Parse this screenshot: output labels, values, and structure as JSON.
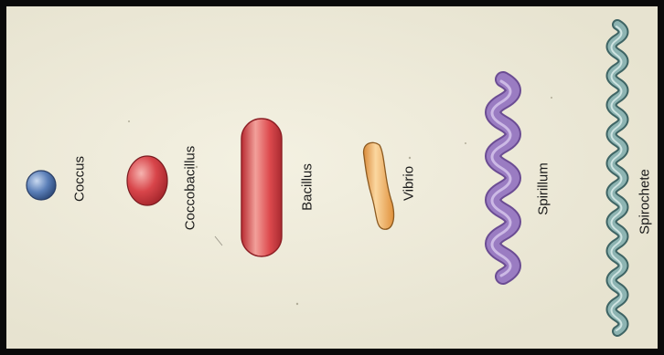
{
  "labels": {
    "coccus": "Coccus",
    "coccobacillus": "Coccobacillus",
    "bacillus": "Bacillus",
    "vibrio": "Vibrio",
    "spirillum": "Spirillum",
    "spirochete": "Spirochete"
  },
  "colors": {
    "background": "#f0ecd8",
    "border": "#0a0a0a",
    "coccus": "#5b7fb8",
    "coccobacillus": "#d8454a",
    "bacillus": "#dd4a4e",
    "vibrio": "#f0ac5a",
    "spirillum": "#9a7cc2",
    "spirochete": "#7fa8a8"
  }
}
